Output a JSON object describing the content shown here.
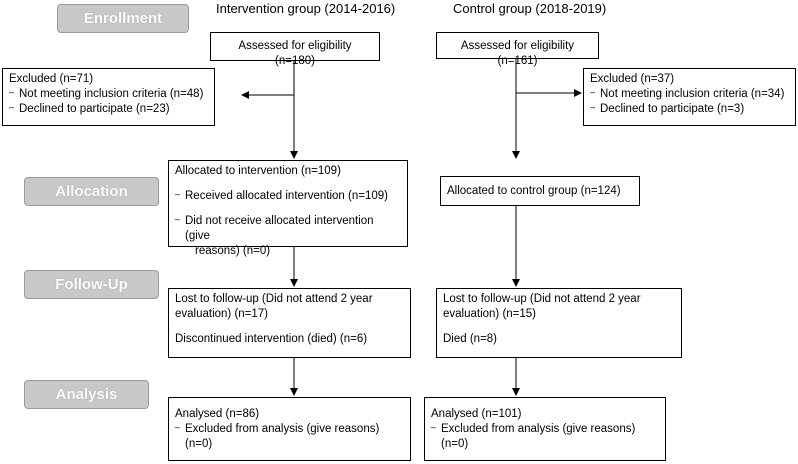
{
  "stages": {
    "enrollment": "Enrollment",
    "allocation": "Allocation",
    "followup": "Follow-Up",
    "analysis": "Analysis"
  },
  "groups": {
    "intervention": "Intervention group (2014-2016)",
    "control": "Control group (2018-2019)"
  },
  "intervention": {
    "assessed": "Assessed for eligibility (n=180)",
    "excluded_title": "Excluded  (n=71)",
    "excluded_items": [
      "Not meeting inclusion criteria (n=48)",
      "Declined to participate (n=23)"
    ],
    "allocated_title": "Allocated to intervention (n=109)",
    "allocated_received": "Received allocated intervention (n=109)",
    "allocated_not_received_1": "Did not receive allocated intervention (give",
    "allocated_not_received_2": "reasons) (n=0)",
    "followup_lost_1": "Lost to follow-up (Did not attend 2 year",
    "followup_lost_2": "evaluation) (n=17)",
    "followup_discontinued": "Discontinued intervention (died) (n=6)",
    "analysed": "Analysed  (n=86)",
    "analysis_excluded": "Excluded from analysis (give reasons) (n=0)"
  },
  "control": {
    "assessed": "Assessed for eligibility (n=161)",
    "excluded_title": "Excluded  (n=37)",
    "excluded_items": [
      "Not meeting inclusion criteria (n=34)",
      "Declined to participate (n=3)"
    ],
    "allocated_title": "Allocated to control group (n=124)",
    "followup_lost_1": "Lost to follow-up (Did not attend 2 year",
    "followup_lost_2": "evaluation) (n=15)",
    "followup_died": "Died (n=8)",
    "analysed": "Analysed  (n=101)",
    "analysis_excluded": "Excluded from analysis (give reasons) (n=0)"
  },
  "glyphs": {
    "bullet": "–"
  }
}
